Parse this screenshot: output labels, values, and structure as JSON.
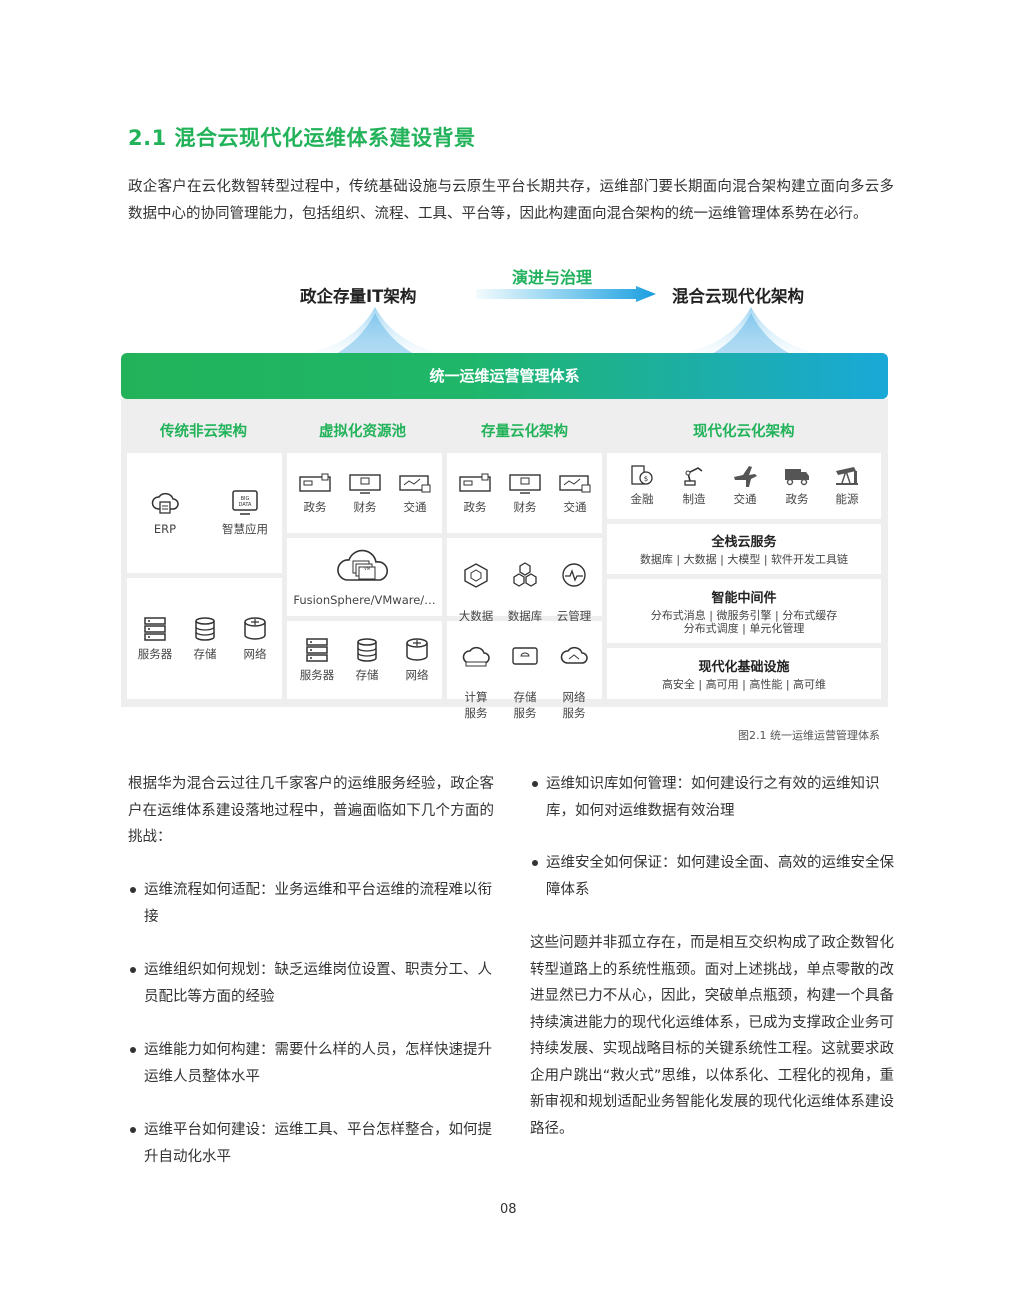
{
  "section": {
    "title": "2.1 混合云现代化运维体系建设背景"
  },
  "intro": "政企客户在云化数智转型过程中，传统基础设施与云原生平台长期共存，运维部门要长期面向混合架构建立面向多云多数据中心的协同管理能力，包括组织、流程、工具、平台等，因此构建面向混合架构的统一运维管理体系势在必行。",
  "diagram": {
    "left_arch": "政企存量IT架构",
    "right_arch": "混合云现代化架构",
    "evolve_label": "演进与治理",
    "banner": "统一运维运营管理体系",
    "columns": {
      "c1": {
        "title": "传统非云架构",
        "top": [
          "ERP",
          "智慧应用"
        ],
        "bottom": [
          "服务器",
          "存储",
          "网络"
        ]
      },
      "c2": {
        "title": "虚拟化资源池",
        "top": [
          "政务",
          "财务",
          "交通"
        ],
        "middle": "FusionSphere/VMware/…",
        "bottom": [
          "服务器",
          "存储",
          "网络"
        ]
      },
      "c3": {
        "title": "存量云化架构",
        "top": [
          "政务",
          "财务",
          "交通"
        ],
        "middle": [
          "大数据\n服务",
          "数据库\n服务",
          "云管理\n服务"
        ],
        "bottom": [
          "计算\n服务",
          "存储\n服务",
          "网络\n服务"
        ]
      },
      "c4": {
        "title": "现代化云化架构",
        "top": [
          "金融",
          "制造",
          "交通",
          "政务",
          "能源"
        ],
        "fullstack": {
          "title": "全栈云服务",
          "sub": "数据库 | 大数据 | 大模型 | 软件开发工具链"
        },
        "middleware": {
          "title": "智能中间件",
          "sub1": "分布式消息 | 微服务引擎 | 分布式缓存",
          "sub2": "分布式调度 | 单元化管理"
        },
        "infra": {
          "title": "现代化基础设施",
          "sub": "高安全 | 高可用 | 高性能 | 高可维"
        }
      }
    },
    "caption": "图2.1 统一运维运营管理体系"
  },
  "body": {
    "left_intro": "根据华为混合云过往几千家客户的运维服务经验，政企客户在运维体系建设落地过程中，普遍面临如下几个方面的挑战：",
    "bullets_left": [
      "运维流程如何适配：业务运维和平台运维的流程难以衔接",
      "运维组织如何规划：缺乏运维岗位设置、职责分工、人员配比等方面的经验",
      "运维能力如何构建：需要什么样的人员，怎样快速提升运维人员整体水平",
      "运维平台如何建设：运维工具、平台怎样整合，如何提升自动化水平"
    ],
    "bullets_right": [
      "运维知识库如何管理：如何建设行之有效的运维知识库，如何对运维数据有效治理",
      "运维安全如何保证：如何建设全面、高效的运维安全保障体系"
    ],
    "right_para": "这些问题并非孤立存在，而是相互交织构成了政企数智化转型道路上的系统性瓶颈。面对上述挑战，单点零散的改进显然已力不从心，因此，突破单点瓶颈，构建一个具备持续演进能力的现代化运维体系，已成为支撑政企业务可持续发展、实现战略目标的关键系统性工程。这就要求政企用户跳出“救火式”思维，以体系化、工程化的视角，重新审视和规划适配业务智能化发展的现代化运维体系建设路径。"
  },
  "page_number": "08"
}
